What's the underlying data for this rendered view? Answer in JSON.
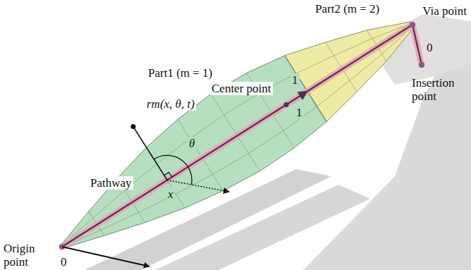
{
  "diagram": {
    "labels": [
      "Part2 (m = 2)",
      "Via point",
      "Part1 (m = 1)",
      "Center point",
      "1",
      "1",
      "Insertion point",
      "0",
      "rm(x, θ, t)",
      "θ",
      "x",
      "Pathway",
      "Origin point",
      "0"
    ]
  }
}
